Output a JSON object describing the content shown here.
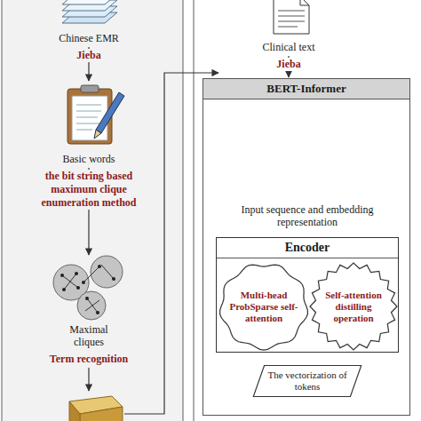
{
  "diagram": {
    "nodes": [
      {
        "text": [
          "Chinese EMR"
        ]
      },
      {
        "text": [
          "Basic words"
        ]
      },
      {
        "text": [
          "Maximal cliques"
        ]
      },
      {
        "text": [
          "Clinical text"
        ]
      },
      {
        "text": [
          "BERT-Informer"
        ]
      },
      {
        "text": [
          "Input sequence and embedding representation"
        ],
        "in": 4
      },
      {
        "text": [
          "Encoder"
        ],
        "in": 4
      },
      {
        "text": [
          "Multi-head ProbSparse self-attention"
        ],
        "in": 6
      },
      {
        "text": [
          "Self-attention distilling operation"
        ],
        "in": 6
      },
      {
        "text": [
          "The vectorization of tokens"
        ],
        "in": 4
      }
    ],
    "edges": [
      {
        "from": 0,
        "to": 1,
        "label": "Jieba",
        "arrow": "to"
      },
      {
        "from": 1,
        "to": 2,
        "label": "the bit string based maximum clique enumeration method",
        "arrow": "to"
      },
      {
        "from": 3,
        "to": 4,
        "label": "Jieba",
        "arrow": "to"
      },
      {
        "from": 6,
        "to": 9,
        "arrow": "to"
      }
    ],
    "labels": [
      "Term recognition"
    ]
  }
}
